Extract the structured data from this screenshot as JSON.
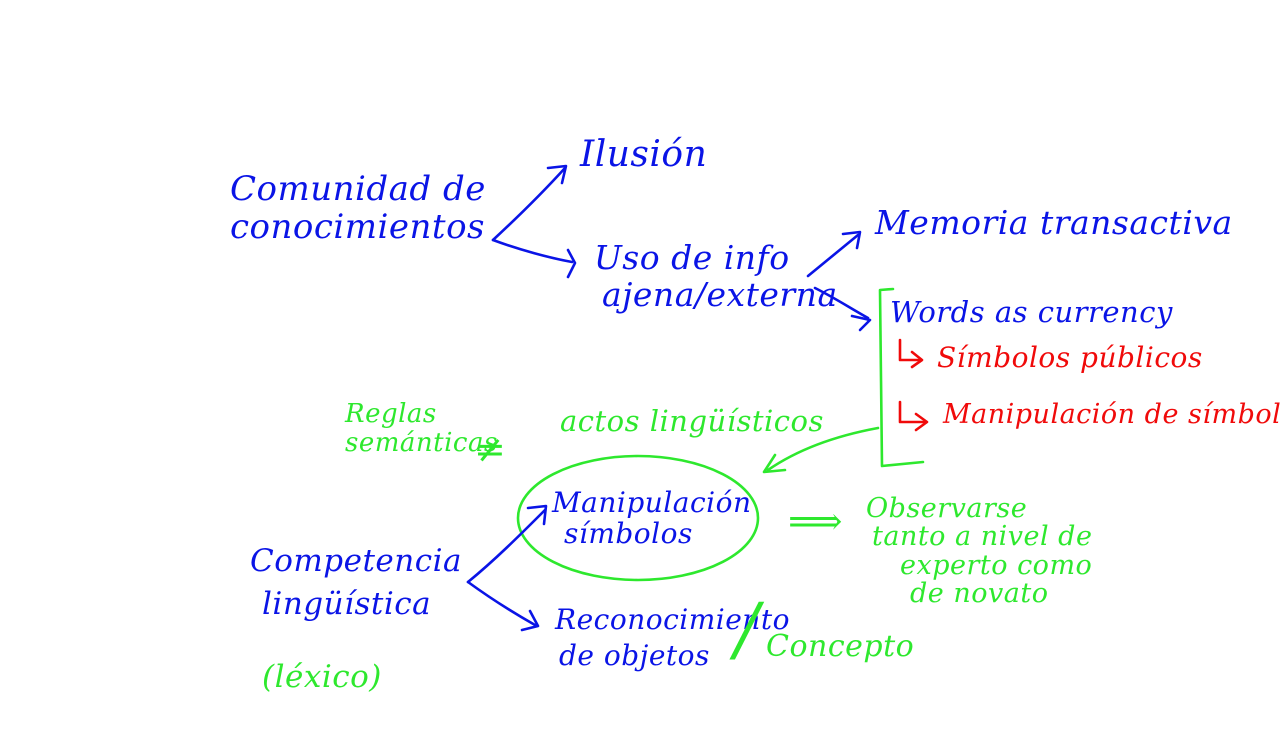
{
  "colors": {
    "blue": "#0a14e6",
    "green": "#2ee82e",
    "red": "#f00a0a",
    "background": "#ffffff"
  },
  "notes": {
    "comunidad": [
      "Comunidad de",
      "conocimientos"
    ],
    "ilusion": "Ilusión",
    "uso_info": [
      "Uso de info",
      "ajena/externa"
    ],
    "memoria": "Memoria transactiva",
    "words": "Words as currency",
    "simbolos_publicos": "Símbolos públicos",
    "manipulacion_simbolos": "Manipulación de símbolos",
    "reglas": [
      "Reglas",
      "semánticas"
    ],
    "not_equal": "≠",
    "actos": "actos lingüísticos",
    "manipulacion_circled": [
      "Manipulación",
      "símbolos"
    ],
    "double_arrow": "⟹",
    "observarse": [
      "Observarse",
      "tanto a nivel de",
      "experto como",
      "de novato"
    ],
    "competencia": [
      "Competencia",
      "lingüística"
    ],
    "lexico": "(léxico)",
    "reconocimiento": [
      "Reconocimiento",
      "de objetos"
    ],
    "concepto": "Concepto",
    "slash": "/"
  }
}
